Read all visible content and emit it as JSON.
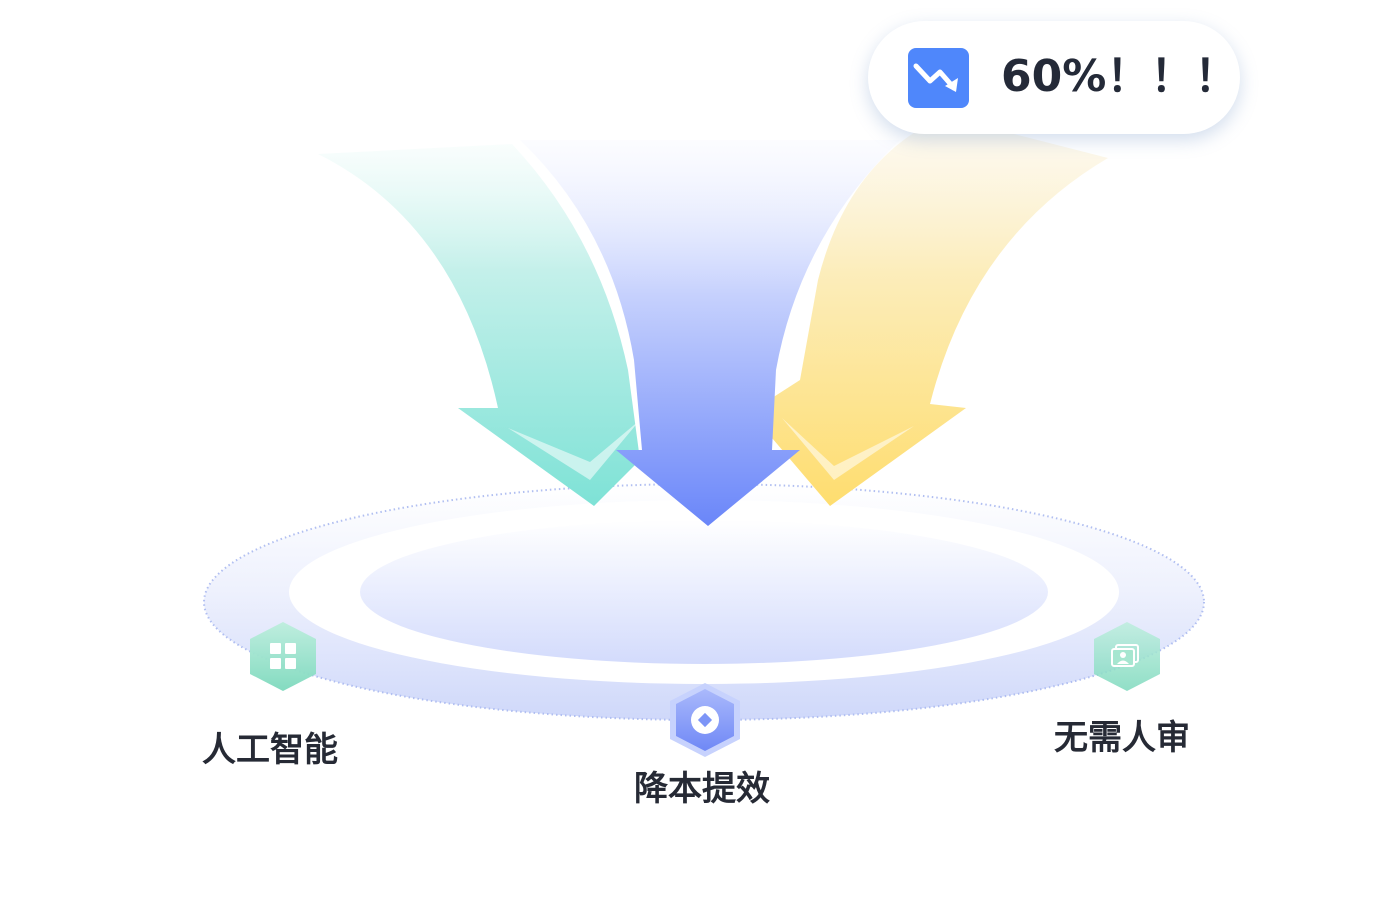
{
  "stat": {
    "value": "60%！！！",
    "icon": "trend-down-icon",
    "badge_color": "#4f87fb"
  },
  "features": [
    {
      "label": "人工智能",
      "icon": "grid-icon",
      "color": "#83dcc6"
    },
    {
      "label": "降本提效",
      "icon": "coin-icon",
      "color": "#7d95f7"
    },
    {
      "label": "无需人审",
      "icon": "profile-card-icon",
      "color": "#9ee3cb"
    }
  ],
  "arrows": [
    {
      "icon": "teal-arrow-icon",
      "color": "#7ee2d6"
    },
    {
      "icon": "blue-arrow-icon",
      "color": "#6a86f9"
    },
    {
      "icon": "yellow-arrow-icon",
      "color": "#fedd6f"
    }
  ]
}
